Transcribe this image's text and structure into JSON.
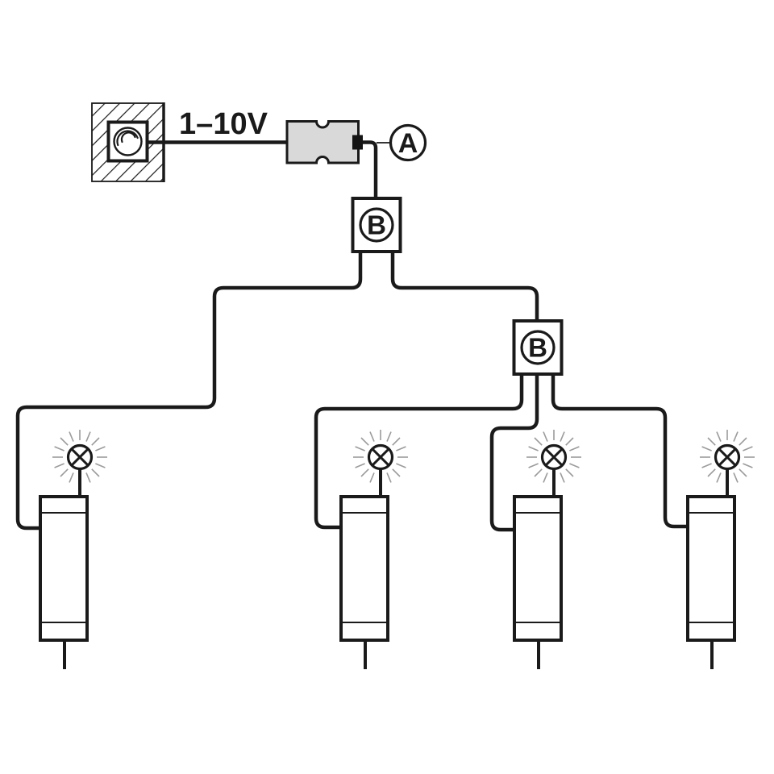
{
  "diagram": {
    "type": "lighting-wiring-diagram",
    "voltage_label": "1–10V",
    "connector_a_label": "A",
    "splitter_1_label": "B",
    "splitter_2_label": "B",
    "lamp_count": 4,
    "components": {
      "dimmer": "wall-mounted 1-10V rotary dimmer",
      "control_module": "control-gear connector module",
      "splitters": 2,
      "luminaires": 4
    }
  },
  "colors": {
    "line": "#1a1a1a",
    "module_fill": "#d9d9d9",
    "ray": "#9b9b9b",
    "background": "#ffffff"
  }
}
